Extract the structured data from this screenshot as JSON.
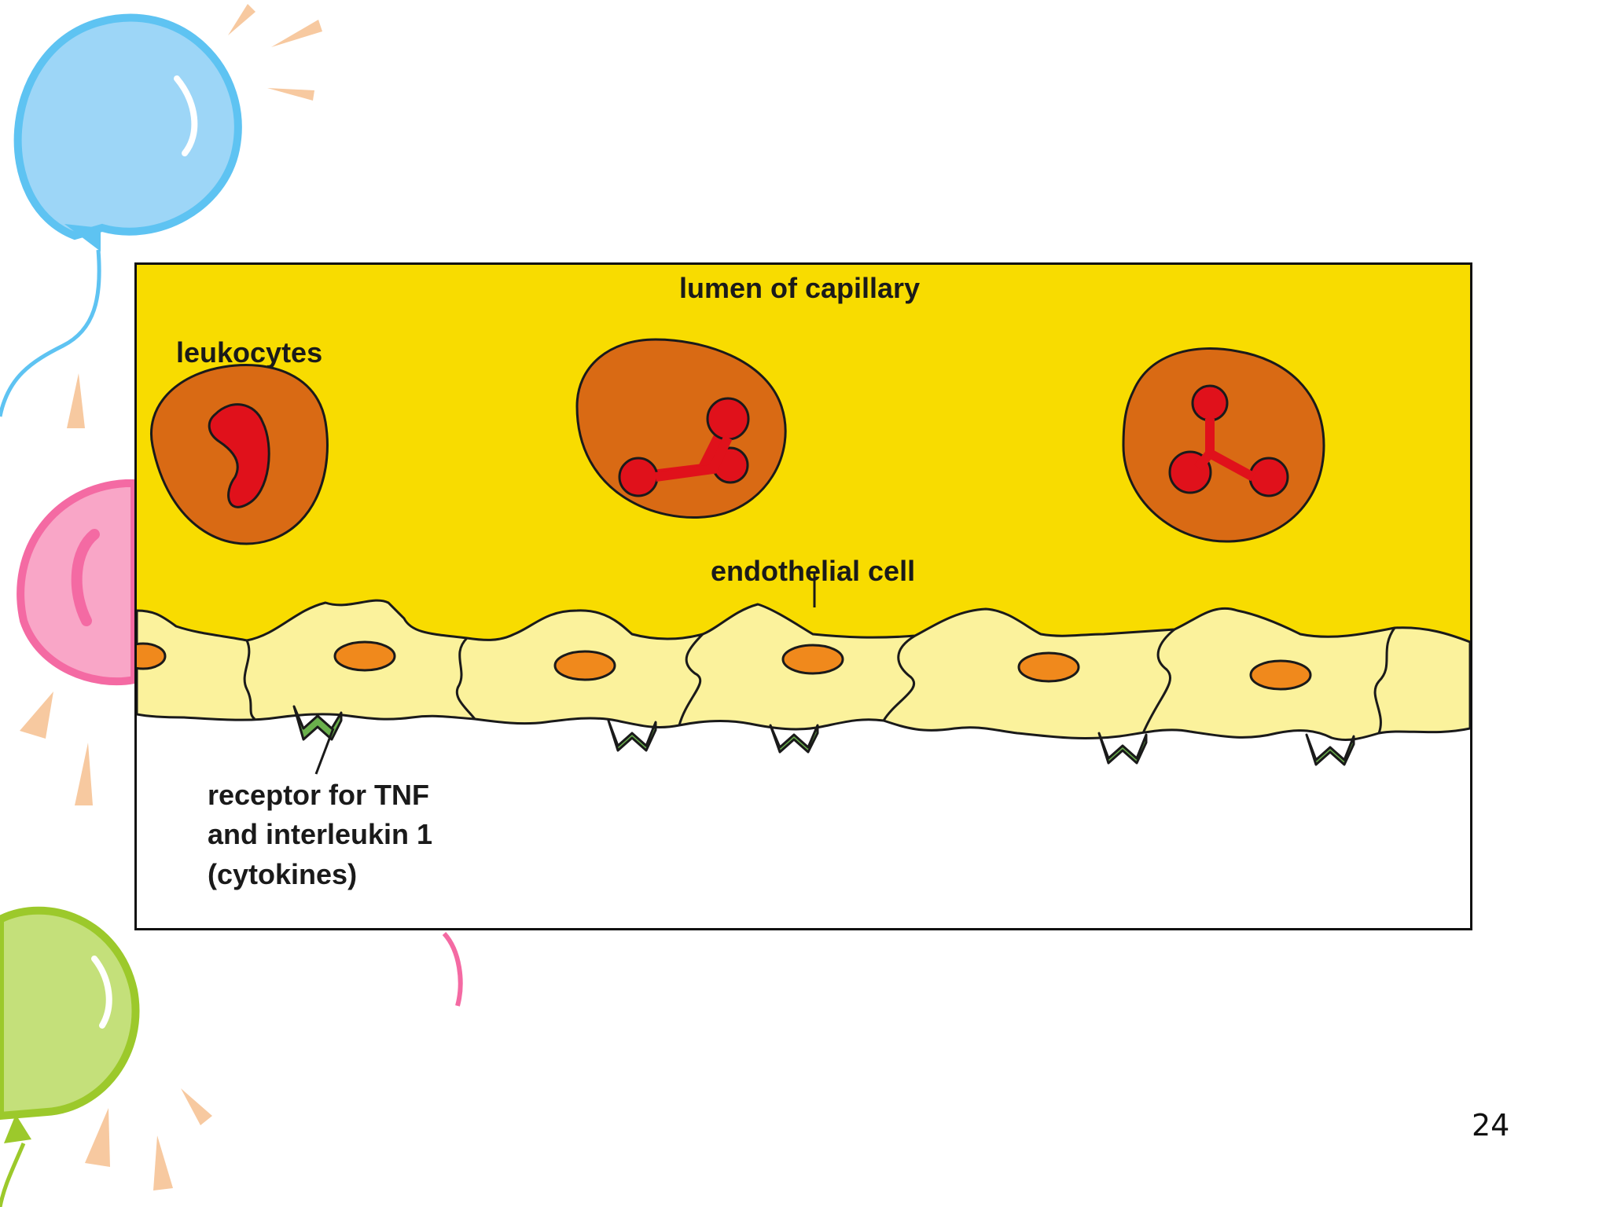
{
  "slide": {
    "number": "24"
  },
  "diagram": {
    "lumen_label": "lumen of capillary",
    "leukocytes_label": "leukocytes",
    "endothelial_label": "endothelial cell",
    "receptor_label_lines": [
      "receptor for TNF",
      "and interleukin 1",
      "(cytokines)"
    ]
  },
  "colors": {
    "lumen": "#f8dc00",
    "leukocyte_cytoplasm": "#d96a14",
    "leukocyte_nucleus": "#e0111b",
    "endothelial_cell": "#fbf29c",
    "endothelial_nucleus": "#f0891c",
    "receptor": "#6ab04c",
    "balloon_blue": "#8fd0f5",
    "balloon_pink": "#f57fb0",
    "balloon_green": "#a7d23a",
    "ray_accent": "#f6c898"
  }
}
